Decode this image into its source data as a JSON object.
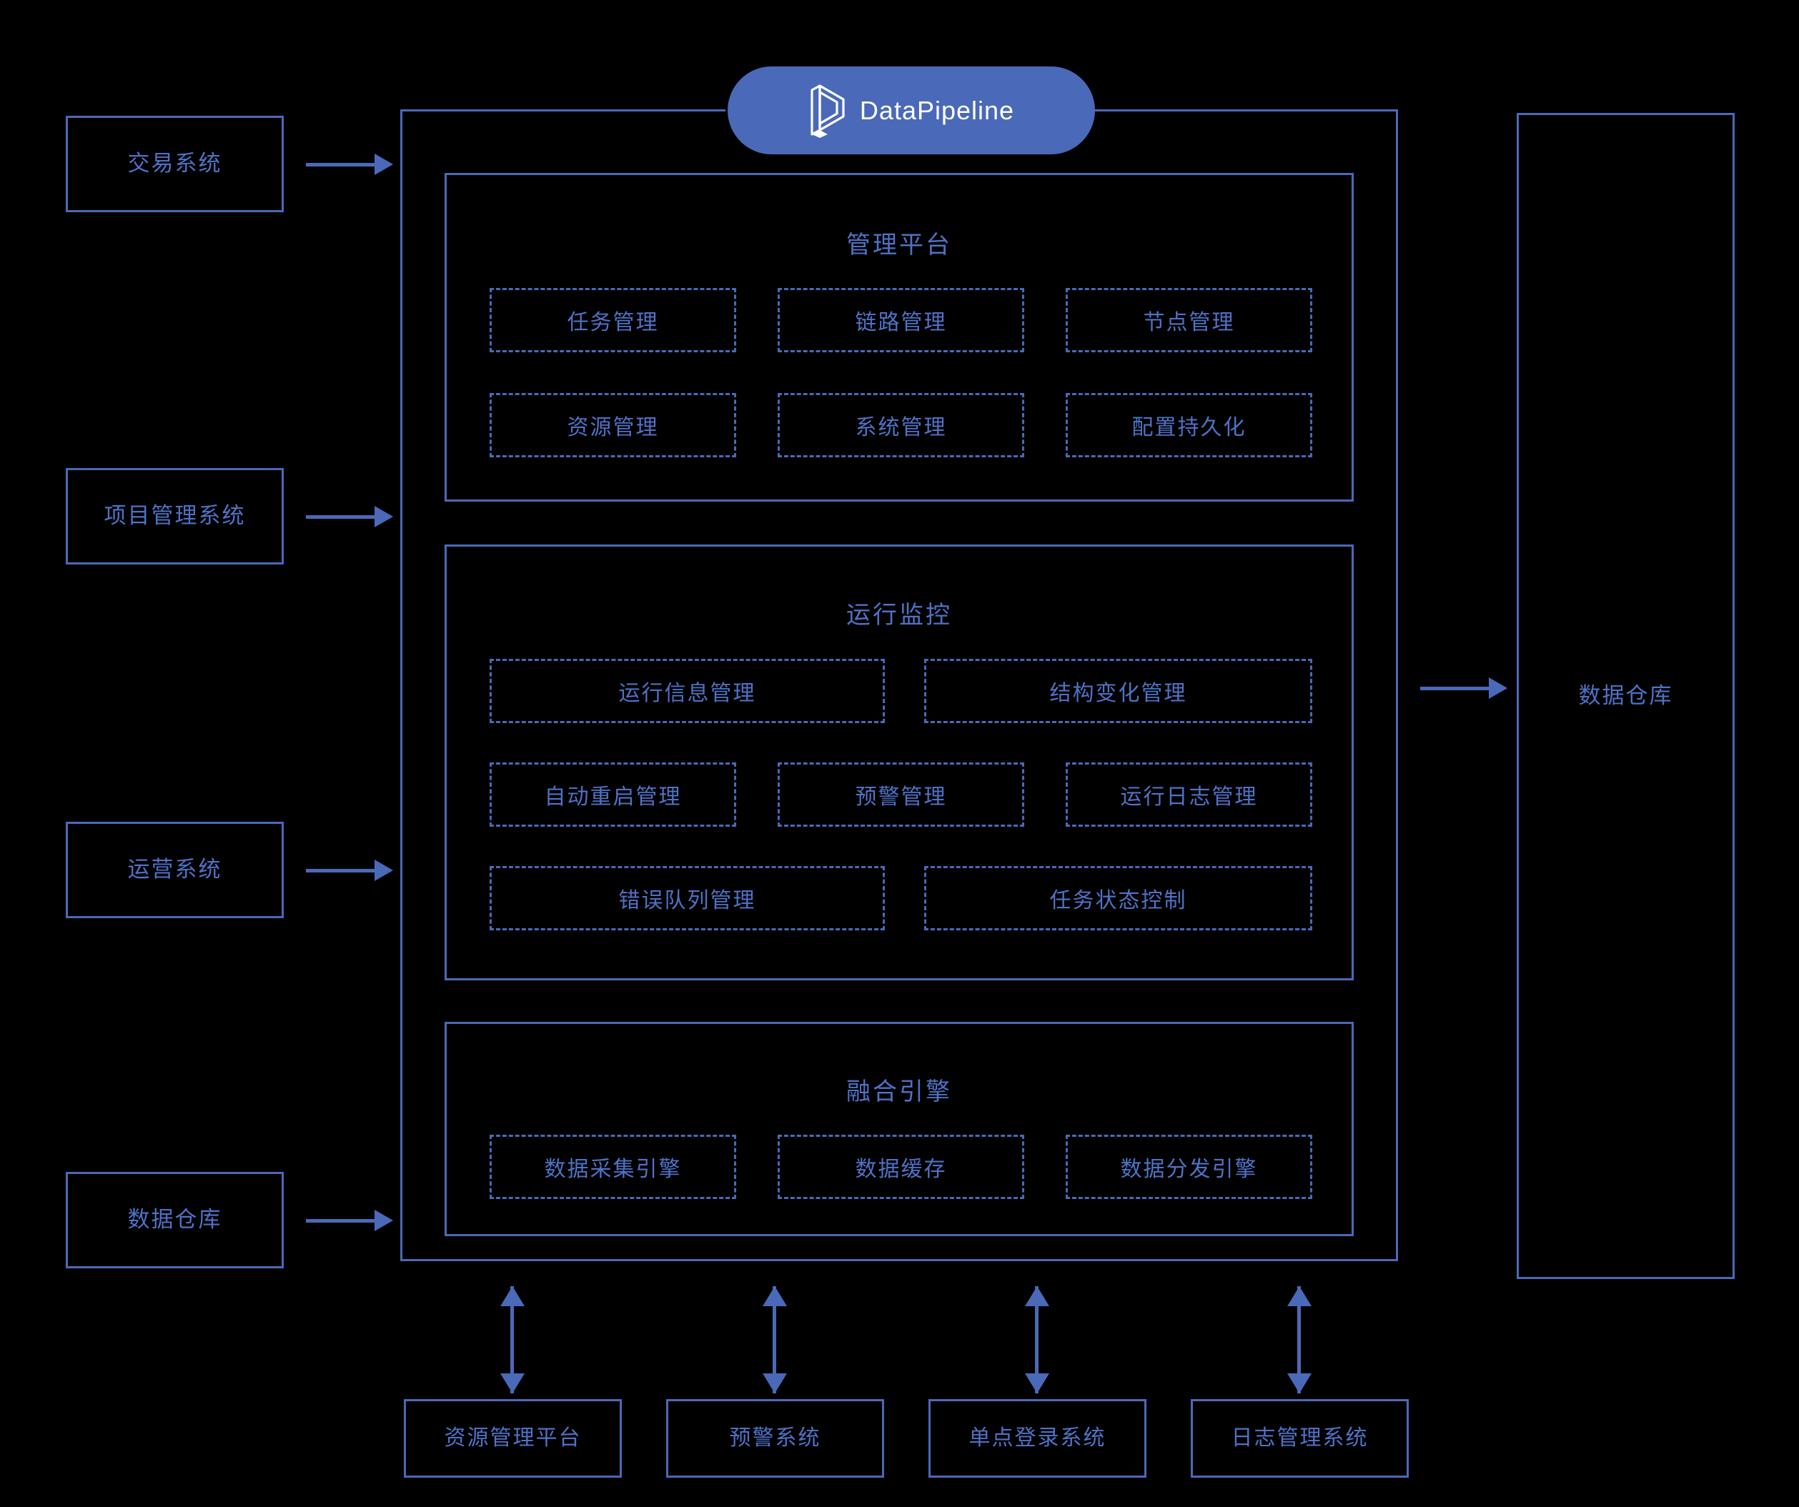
{
  "brand": {
    "name": "DataPipeline",
    "logo_icon": "datapipeline-cube-icon",
    "pill_color": "#4a69b8",
    "text_color": "#ffffff"
  },
  "theme": {
    "background": "#000000",
    "line_color": "#4a69b8",
    "label_color": "#4f72c6"
  },
  "left_sources": [
    {
      "label": "交易系统"
    },
    {
      "label": "项目管理系统"
    },
    {
      "label": "运营系统"
    },
    {
      "label": "数据仓库"
    }
  ],
  "right_target": {
    "label": "数据仓库"
  },
  "sections": [
    {
      "id": "management-platform",
      "title": "管理平台",
      "rows": [
        [
          {
            "label": "任务管理"
          },
          {
            "label": "链路管理"
          },
          {
            "label": "节点管理"
          }
        ],
        [
          {
            "label": "资源管理"
          },
          {
            "label": "系统管理"
          },
          {
            "label": "配置持久化"
          }
        ]
      ]
    },
    {
      "id": "runtime-monitoring",
      "title": "运行监控",
      "rows": [
        [
          {
            "label": "运行信息管理"
          },
          {
            "label": "结构变化管理"
          }
        ],
        [
          {
            "label": "自动重启管理"
          },
          {
            "label": "预警管理"
          },
          {
            "label": "运行日志管理"
          }
        ],
        [
          {
            "label": "错误队列管理"
          },
          {
            "label": "任务状态控制"
          }
        ]
      ]
    },
    {
      "id": "fusion-engine",
      "title": "融合引擎",
      "rows": [
        [
          {
            "label": "数据采集引擎"
          },
          {
            "label": "数据缓存"
          },
          {
            "label": "数据分发引擎"
          }
        ]
      ]
    }
  ],
  "bottom_systems": [
    {
      "label": "资源管理平台"
    },
    {
      "label": "预警系统"
    },
    {
      "label": "单点登录系统"
    },
    {
      "label": "日志管理系统"
    }
  ],
  "arrows": {
    "inbound_icon": "arrow-right-icon",
    "outbound_icon": "arrow-right-icon",
    "bidirectional_icon": "arrow-up-down-icon"
  }
}
